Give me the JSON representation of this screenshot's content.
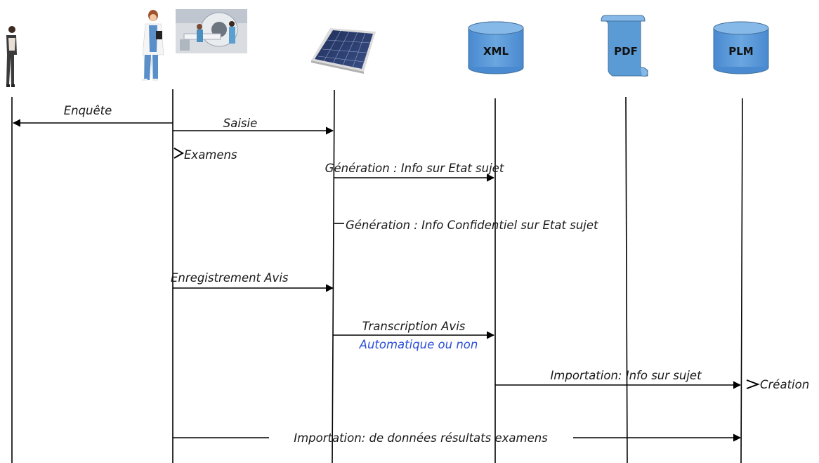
{
  "participants": [
    {
      "id": "enqueteur",
      "icon": "woman-standing-icon"
    },
    {
      "id": "medecin",
      "icon": "doctor-icon",
      "icon2": "mri-scanner-photo"
    },
    {
      "id": "systeme",
      "icon": "solar-panel-icon"
    },
    {
      "id": "xml",
      "label": "XML",
      "icon": "database-cylinder-icon"
    },
    {
      "id": "pdf",
      "label": "PDF",
      "icon": "document-scroll-icon"
    },
    {
      "id": "plm",
      "label": "PLM",
      "icon": "database-cylinder-icon"
    }
  ],
  "messages": {
    "enquete": "Enquête",
    "saisie": "Saisie",
    "examens": "Examens",
    "generation_etat": "Génération : Info sur Etat sujet",
    "generation_confidentiel": "Génération : Info Confidentiel sur Etat sujet",
    "enregistrement": "Enregistrement Avis",
    "transcription": "Transcription Avis",
    "transcription_note": "Automatique ou non",
    "importation_sujet": "Importation: Info sur sujet",
    "creation": "Création",
    "importation_resultats": "Importation: de données résultats examens"
  },
  "colors": {
    "line": "#000000",
    "db_fill": "#5b9bd5",
    "db_top": "#7fb3e3",
    "db_stroke": "#41719c",
    "note": "#2b4fd8"
  }
}
